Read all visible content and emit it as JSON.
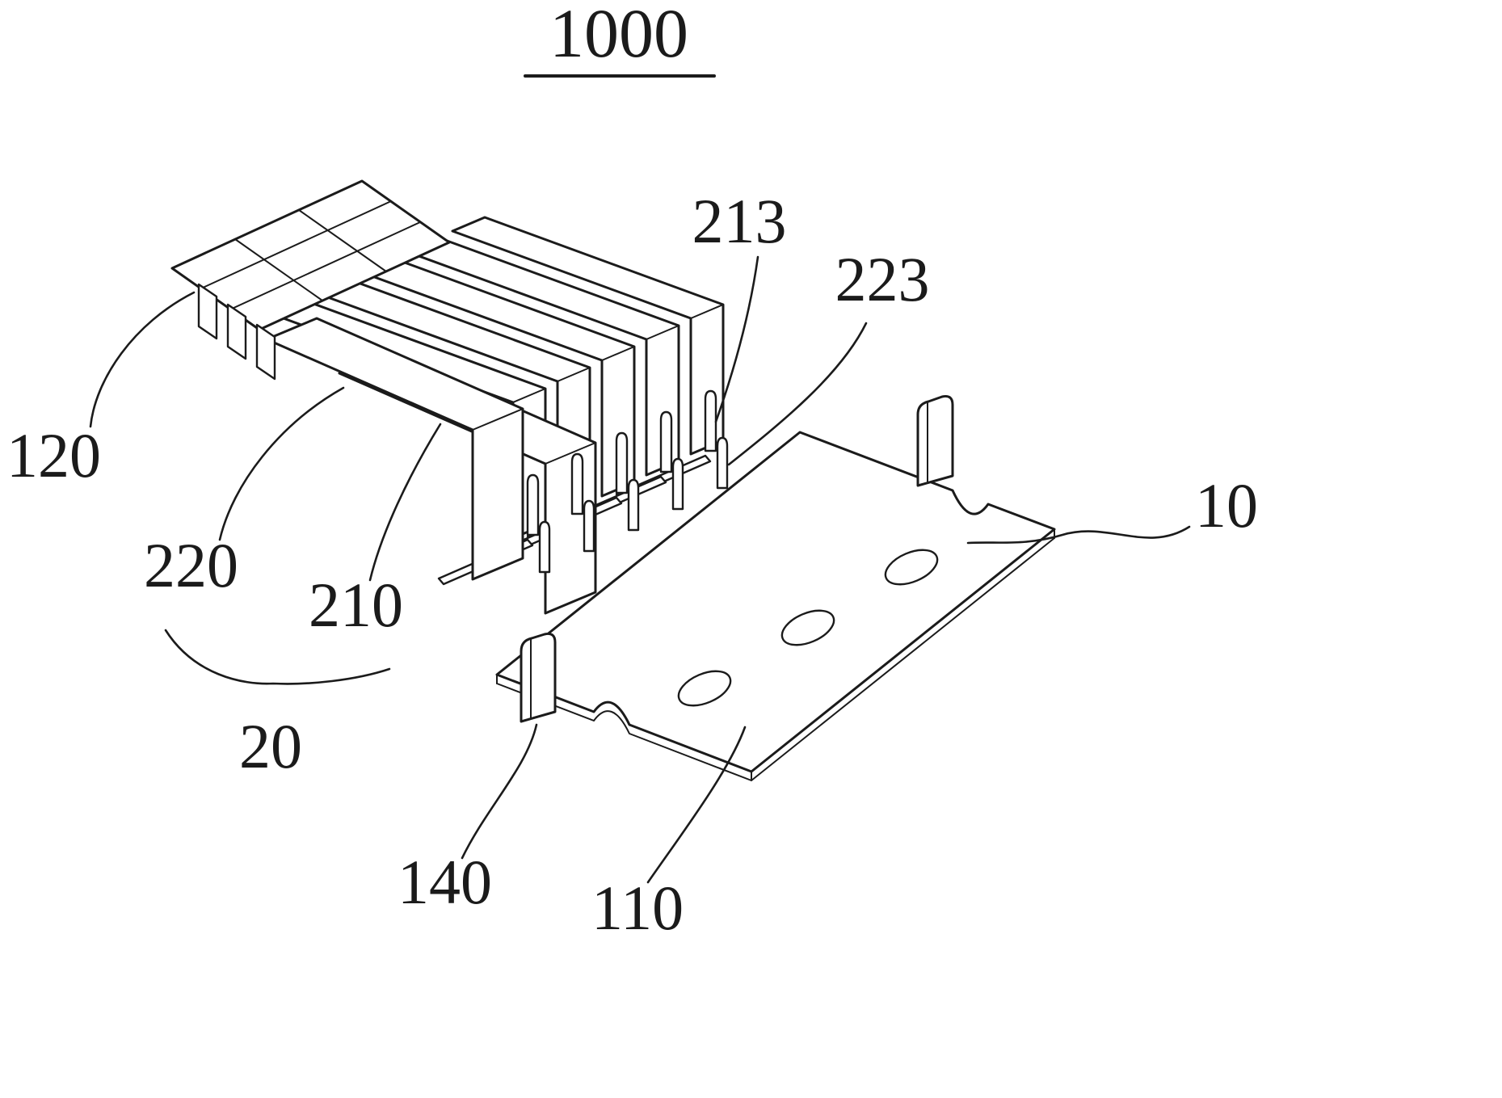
{
  "figure": {
    "kind": "patent-line-drawing",
    "view": "isometric",
    "background": "#ffffff",
    "line_color": "#1b1b1b"
  },
  "labels": {
    "title": "1000",
    "r120": "120",
    "r220": "220",
    "r210": "210",
    "r20": "20",
    "r140": "140",
    "r110": "110",
    "r213": "213",
    "r223": "223",
    "r10": "10"
  }
}
